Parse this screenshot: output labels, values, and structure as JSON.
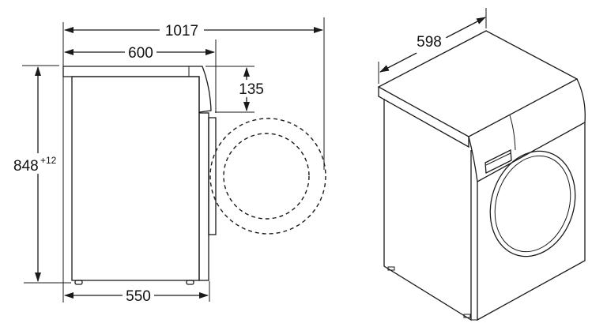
{
  "dimensions": {
    "total_depth_door_open": "1017",
    "depth": "600",
    "door_height_offset": "135",
    "height": "848",
    "height_tolerance": "+12",
    "base_depth": "550",
    "width": "598"
  },
  "colors": {
    "line": "#1a1a1a",
    "background": "#ffffff"
  }
}
